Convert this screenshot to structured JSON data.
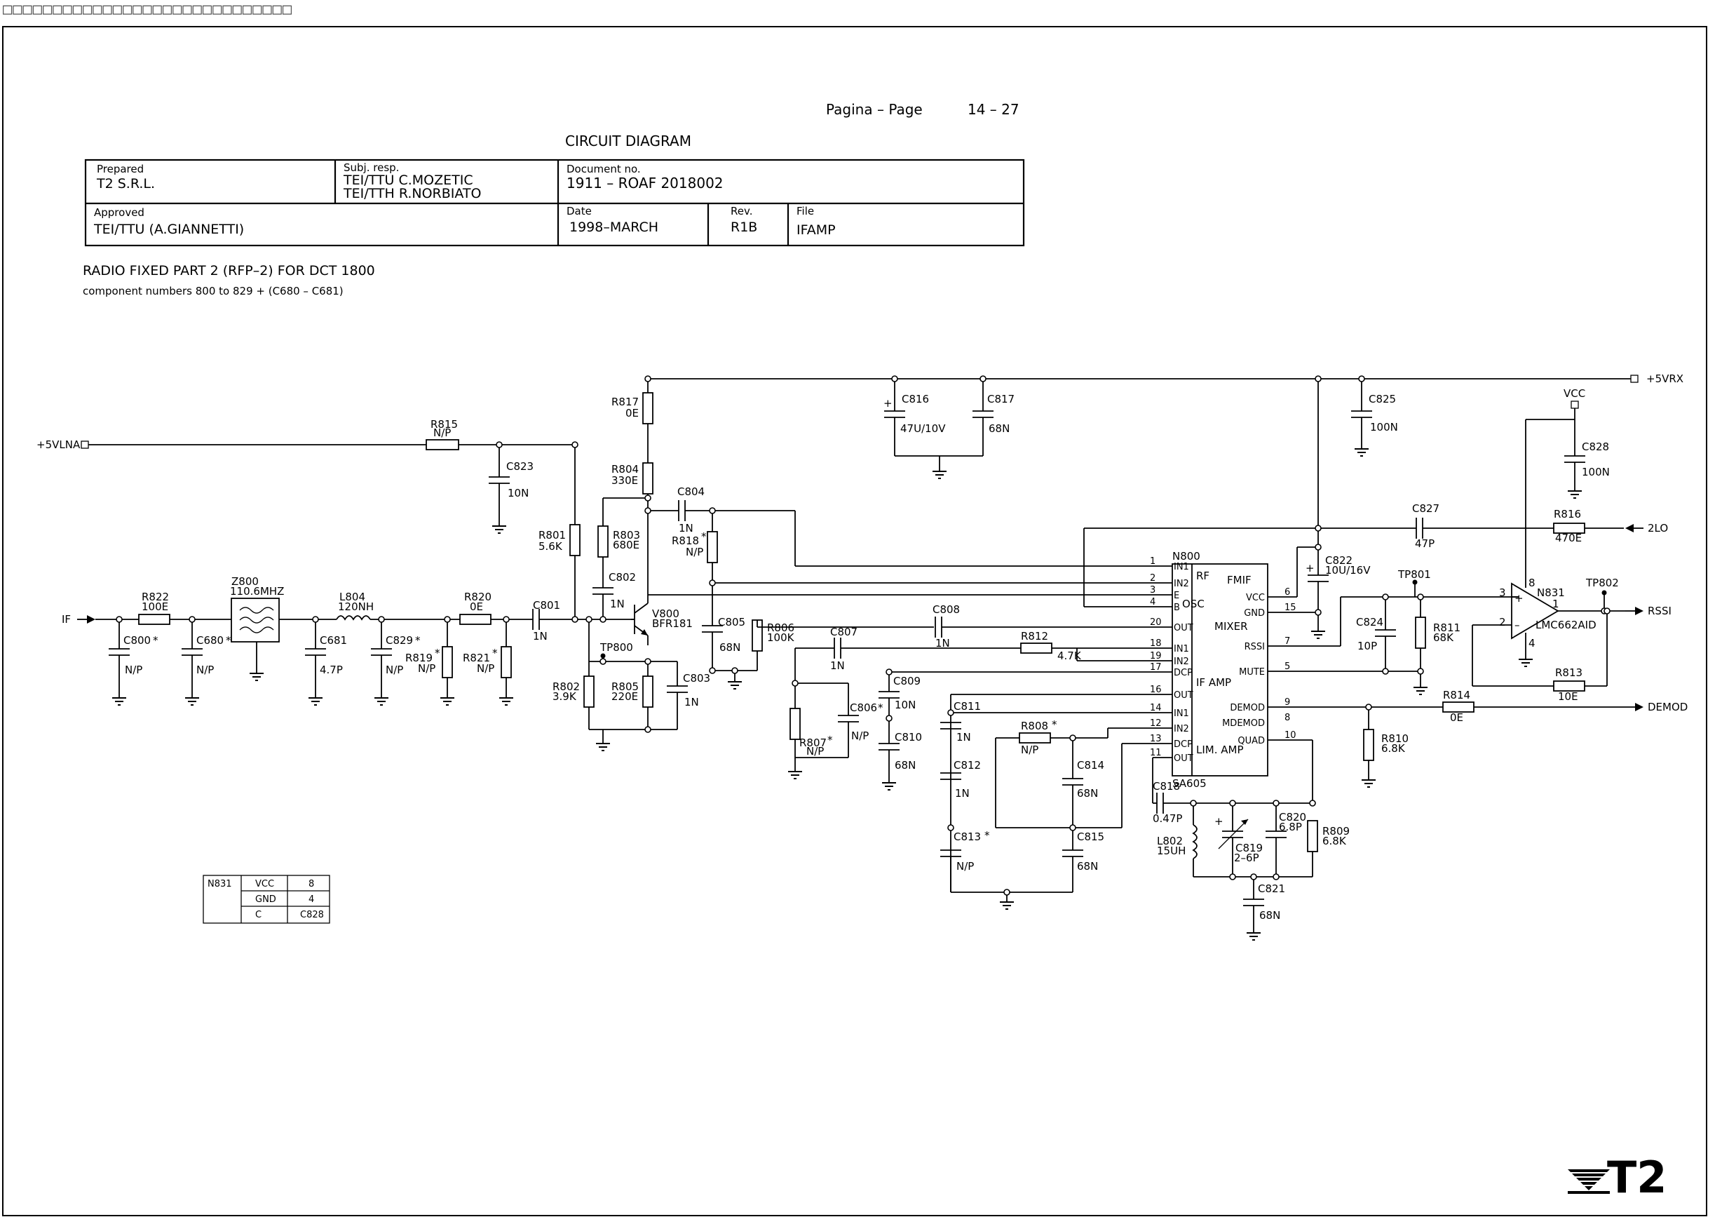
{
  "window": {
    "title_glyphs": "□□□□□□□□□□□□□□□□□□□□□□□□□□□□□"
  },
  "header": {
    "page_label": "Pagina  –  Page",
    "page_value": "14 – 27",
    "doc_type": "CIRCUIT DIAGRAM",
    "prepared_label": "Prepared",
    "prepared_value": "T2 S.R.L.",
    "subj_label": "Subj. resp.",
    "subj_line1": "TEI/TTU  C.MOZETIC",
    "subj_line2": "TEI/TTH  R.NORBIATO",
    "docno_label": "Document no.",
    "docno_value": "1911  –  ROAF 2018002",
    "approved_label": "Approved",
    "approved_value": "TEI/TTU  (A.GIANNETTI)",
    "date_label": "Date",
    "date_value": "1998–MARCH",
    "rev_label": "Rev.",
    "rev_value": "R1B",
    "file_label": "File",
    "file_value": "IFAMP"
  },
  "sheet_title": "RADIO FIXED PART 2 (RFP–2) FOR DCT 1800",
  "sheet_subtitle": "component numbers 800 to 829 + (C680 – C681)",
  "ports": {
    "vlna": "+5VLNA",
    "vrx": "+5VRX",
    "if_in": "IF",
    "lo": "2LO",
    "rssi": "RSSI",
    "demod": "DEMOD",
    "vcc": "VCC"
  },
  "components": {
    "r822": [
      "R822",
      "100E"
    ],
    "c800": [
      "C800",
      "N/P"
    ],
    "c680": [
      "C680",
      "N/P"
    ],
    "z800": [
      "Z800",
      "110.6MHZ"
    ],
    "c681": [
      "C681",
      "4.7P"
    ],
    "l804": [
      "L804",
      "120NH"
    ],
    "c829": [
      "C829",
      "N/P"
    ],
    "r819": [
      "R819",
      "N/P"
    ],
    "r820": [
      "R820",
      "0E"
    ],
    "r821": [
      "R821",
      "N/P"
    ],
    "c801": [
      "C801",
      "1N"
    ],
    "r815": [
      "R815",
      "N/P"
    ],
    "c823": [
      "C823",
      "10N"
    ],
    "r817": [
      "R817",
      "0E"
    ],
    "r804": [
      "R804",
      "330E"
    ],
    "r801": [
      "R801",
      "5.6K"
    ],
    "r803": [
      "R803",
      "680E"
    ],
    "c802": [
      "C802",
      "1N"
    ],
    "v800": [
      "V800",
      "BFR181"
    ],
    "tp800": [
      "TP800",
      ""
    ],
    "r802": [
      "R802",
      "3.9K"
    ],
    "r805": [
      "R805",
      "220E"
    ],
    "c803": [
      "C803",
      "1N"
    ],
    "c804": [
      "C804",
      "1N"
    ],
    "r818": [
      "R818",
      "N/P"
    ],
    "c805": [
      "C805",
      "68N"
    ],
    "r806": [
      "R806",
      "100K"
    ],
    "c807": [
      "C807",
      "1N"
    ],
    "c808": [
      "C808",
      "1N"
    ],
    "r812": [
      "R812",
      "4.7K"
    ],
    "c806": [
      "C806",
      "N/P"
    ],
    "r807": [
      "R807",
      "N/P"
    ],
    "c809": [
      "C809",
      "10N"
    ],
    "c810": [
      "C810",
      "68N"
    ],
    "c811": [
      "C811",
      "1N"
    ],
    "c812": [
      "C812",
      "1N"
    ],
    "c813": [
      "C813",
      "N/P"
    ],
    "r808": [
      "R808",
      "N/P"
    ],
    "c814": [
      "C814",
      "68N"
    ],
    "c815": [
      "C815",
      "68N"
    ],
    "c816": [
      "C816",
      "47U/10V"
    ],
    "c817": [
      "C817",
      "68N"
    ],
    "c825": [
      "C825",
      "100N"
    ],
    "c822": [
      "C822",
      "10U/16V"
    ],
    "c827": [
      "C827",
      "47P"
    ],
    "r816": [
      "R816",
      "470E"
    ],
    "c828": [
      "C828",
      "100N"
    ],
    "tp801": [
      "TP801",
      ""
    ],
    "tp802": [
      "TP802",
      ""
    ],
    "c824": [
      "C824",
      "10P"
    ],
    "r811": [
      "R811",
      "68K"
    ],
    "n831": [
      "N831",
      "LMC662AID"
    ],
    "r813": [
      "R813",
      "10E"
    ],
    "r814": [
      "R814",
      "0E"
    ],
    "r810": [
      "R810",
      "6.8K"
    ],
    "c818": [
      "C818",
      "0.47P"
    ],
    "l802": [
      "L802",
      "15UH"
    ],
    "c819": [
      "C819",
      "2–6P"
    ],
    "c820": [
      "C820",
      "6.8P"
    ],
    "r809": [
      "R809",
      "6.8K"
    ],
    "c821": [
      "C821",
      "68N"
    ]
  },
  "ic_n800": {
    "ref": "N800",
    "part": "SA605",
    "blocks": [
      "RF",
      "OSC",
      "MIXER",
      "IF AMP",
      "LIM. AMP"
    ],
    "left_pins": [
      {
        "num": "1",
        "name": "IN1"
      },
      {
        "num": "2",
        "name": "IN2"
      },
      {
        "num": "3",
        "name": "E"
      },
      {
        "num": "4",
        "name": "B"
      },
      {
        "num": "20",
        "name": "OUT"
      },
      {
        "num": "18",
        "name": "IN1"
      },
      {
        "num": "19",
        "name": "IN2"
      },
      {
        "num": "17",
        "name": "DCP"
      },
      {
        "num": "16",
        "name": "OUT"
      },
      {
        "num": "14",
        "name": "IN1"
      },
      {
        "num": "12",
        "name": "IN2"
      },
      {
        "num": "13",
        "name": "DCP"
      },
      {
        "num": "11",
        "name": "OUT"
      }
    ],
    "right_pins": [
      {
        "num": "6",
        "name": "VCC"
      },
      {
        "num": "15",
        "name": "GND"
      },
      {
        "num": "7",
        "name": "RSSI"
      },
      {
        "num": "5",
        "name": "MUTE"
      },
      {
        "num": "9",
        "name": "DEMOD"
      },
      {
        "num": "8",
        "name": "MDEMOD"
      },
      {
        "num": "10",
        "name": "QUAD"
      }
    ],
    "fmif": "FMIF"
  },
  "opamp_pins": {
    "in_plus": "3",
    "in_minus": "2",
    "out": "1",
    "vcc": "8",
    "gnd": "4"
  },
  "np_marker": "*",
  "power_table": {
    "ref": "N831",
    "rows": [
      [
        "VCC",
        "8"
      ],
      [
        "GND",
        "4"
      ],
      [
        "C",
        "C828"
      ]
    ]
  },
  "logo": "T2"
}
